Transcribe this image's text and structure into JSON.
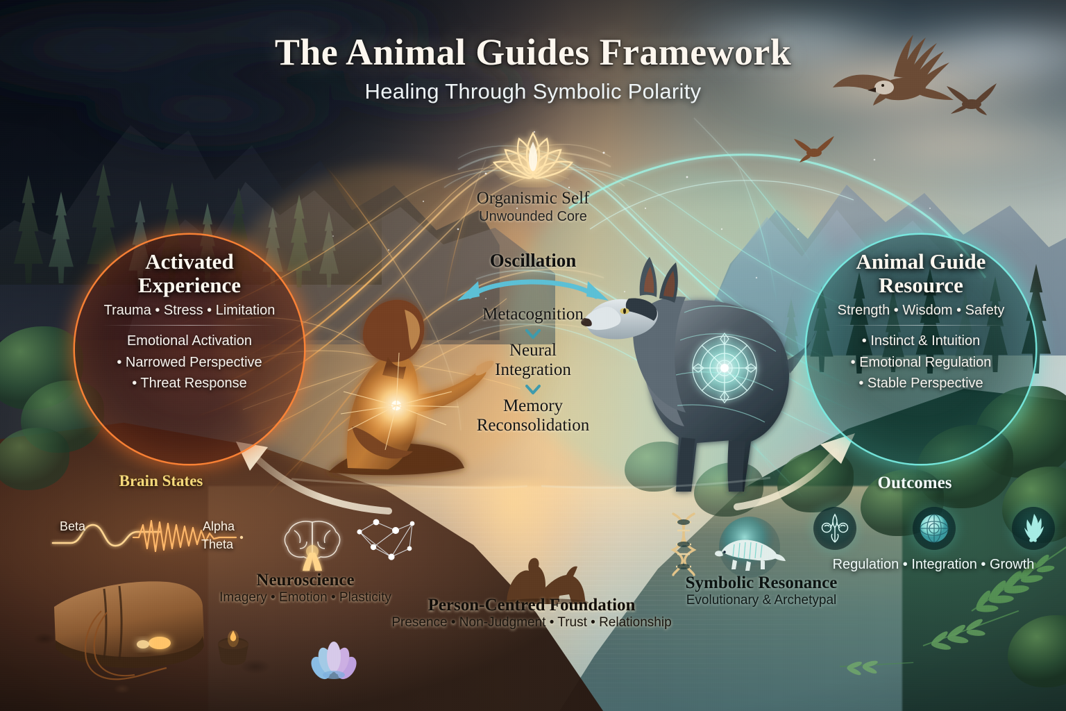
{
  "header": {
    "title": "The Animal Guides Framework",
    "subtitle": "Healing Through Symbolic Polarity"
  },
  "center": {
    "lotus_icon": "lotus-icon",
    "core_title": "Organismic Self",
    "core_subtitle": "Unwounded Core",
    "oscillation_label": "Oscillation",
    "oscillation_arrow_icon": "double-arrow-icon",
    "stages": [
      {
        "label": "Metacognition"
      },
      {
        "label": "Neural\nIntegration"
      },
      {
        "label": "Memory\nReconsolidation"
      }
    ],
    "stage_1": "Metacognition",
    "stage_2_line1": "Neural",
    "stage_2_line2": "Integration",
    "stage_3_line1": "Memory",
    "stage_3_line2": "Reconsolidation",
    "chevron_icon": "chevron-down-icon"
  },
  "left_circle": {
    "title_line1": "Activated",
    "title_line2": "Experience",
    "subtitle": "Trauma • Stress • Limitation",
    "items": [
      "Emotional Activation",
      "• Narrowed Perspective",
      "• Threat Response"
    ],
    "accent_color": "#ff7a2e"
  },
  "right_circle": {
    "title_line1": "Animal Guide",
    "title_line2": "Resource",
    "subtitle": "Strength • Wisdom • Safety",
    "items": [
      "• Instinct & Intuition",
      "• Emotional Regulation",
      "• Stable Perspective"
    ],
    "accent_color": "#78ece2"
  },
  "brain_states": {
    "heading": "Brain States",
    "heading_color": "#f5d97a",
    "waves": [
      {
        "name": "Beta",
        "icon": "sine-wave-icon"
      },
      {
        "name": "Alpha",
        "icon": "fast-wave-icon"
      },
      {
        "name": "Theta",
        "icon": "fast-wave-icon"
      }
    ],
    "wave_beta": "Beta",
    "wave_alpha": "Alpha",
    "wave_theta": "Theta"
  },
  "neuroscience": {
    "heading": "Neuroscience",
    "subtitle": "Imagery • Emotion • Plasticity",
    "icons": [
      "brain-icon",
      "neural-network-icon"
    ]
  },
  "person_centred": {
    "heading": "Person-Centred Foundation",
    "subtitle": "Presence • Non-Judgment • Trust • Relationship",
    "icon": "person-with-animal-silhouette-icon"
  },
  "symbolic_resonance": {
    "heading": "Symbolic Resonance",
    "subtitle": "Evolutionary & Archetypal",
    "icons": [
      "dna-helix-icon",
      "spirit-animal-icon"
    ]
  },
  "outcomes": {
    "heading": "Outcomes",
    "line": "Regulation • Integration • Growth",
    "items": [
      {
        "label": "Regulation",
        "icon": "caduceus-balance-icon"
      },
      {
        "label": "Integration",
        "icon": "web-sphere-icon"
      },
      {
        "label": "Growth",
        "icon": "flame-leaf-icon"
      }
    ]
  },
  "scene": {
    "meditator_icon": "meditating-figure-icon",
    "wolf_icon": "wolf-guide-icon",
    "journal_icon": "leather-journal-icon",
    "candle_icon": "candle-bowl-icon",
    "lotus_flower_icon": "lotus-flower-icon",
    "birds": [
      "eagle-icon",
      "hawk-icon",
      "hawk-icon"
    ],
    "left_arrow_icon": "curved-arrow-up-left-icon",
    "right_arrow_icon": "curved-arrow-up-right-icon"
  }
}
